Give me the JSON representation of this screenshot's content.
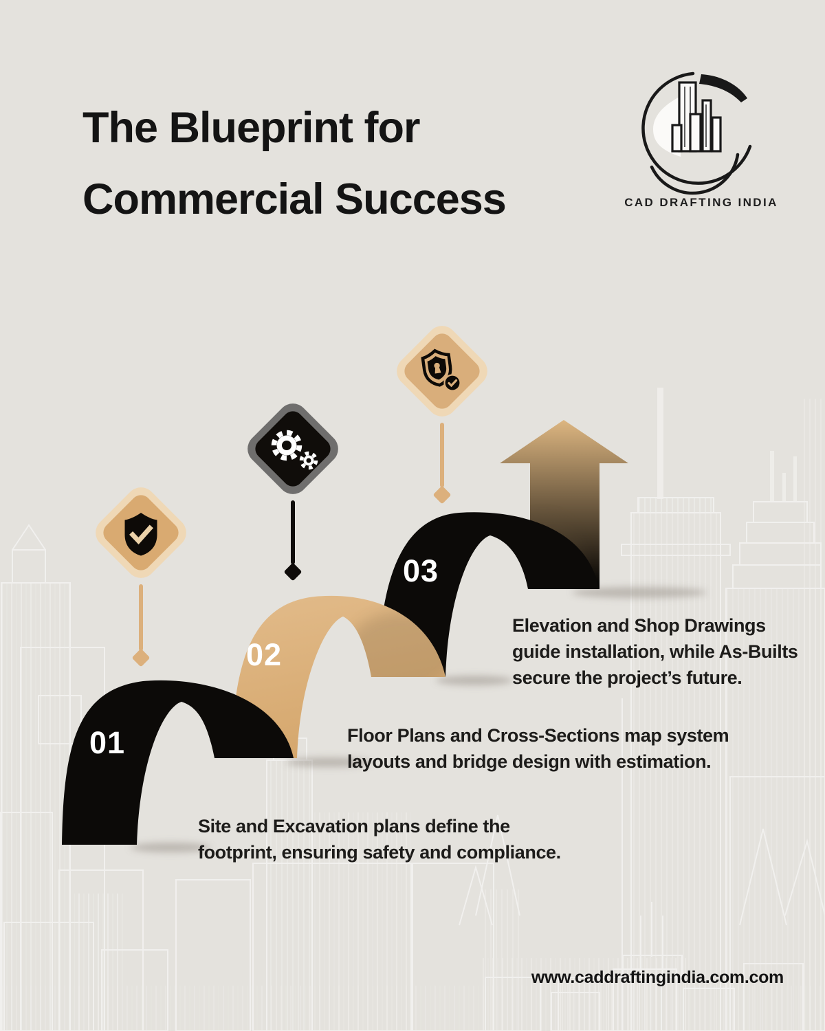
{
  "title": {
    "lines": [
      "The Blueprint for",
      "Commercial Success"
    ]
  },
  "logo": {
    "text": "CAD DRAFTING INDIA"
  },
  "steps": [
    {
      "number": "01",
      "icon": "shield-check-icon",
      "lines": [
        "Site and Excavation plans define the",
        "footprint, ensuring safety and compliance."
      ]
    },
    {
      "number": "02",
      "icon": "gears-icon",
      "lines": [
        "Floor Plans and Cross-Sections map system",
        "layouts and bridge design with estimation."
      ]
    },
    {
      "number": "03",
      "icon": "security-shield-icon",
      "lines": [
        "Elevation and Shop Drawings",
        "guide installation, while As-Builts",
        "secure the project’s future."
      ]
    }
  ],
  "footer": {
    "website": "www.caddraftingindia.com.com"
  },
  "colors": {
    "background": "#e4e2dd",
    "tan": "#d9ae77",
    "tan_light": "#efd8b6",
    "tan_stem": "#dcb07c",
    "black": "#0c0a08",
    "gray_diamond": "#6f6e6d",
    "text": "#1d1c1a",
    "skyline_white": "#ffffff"
  }
}
